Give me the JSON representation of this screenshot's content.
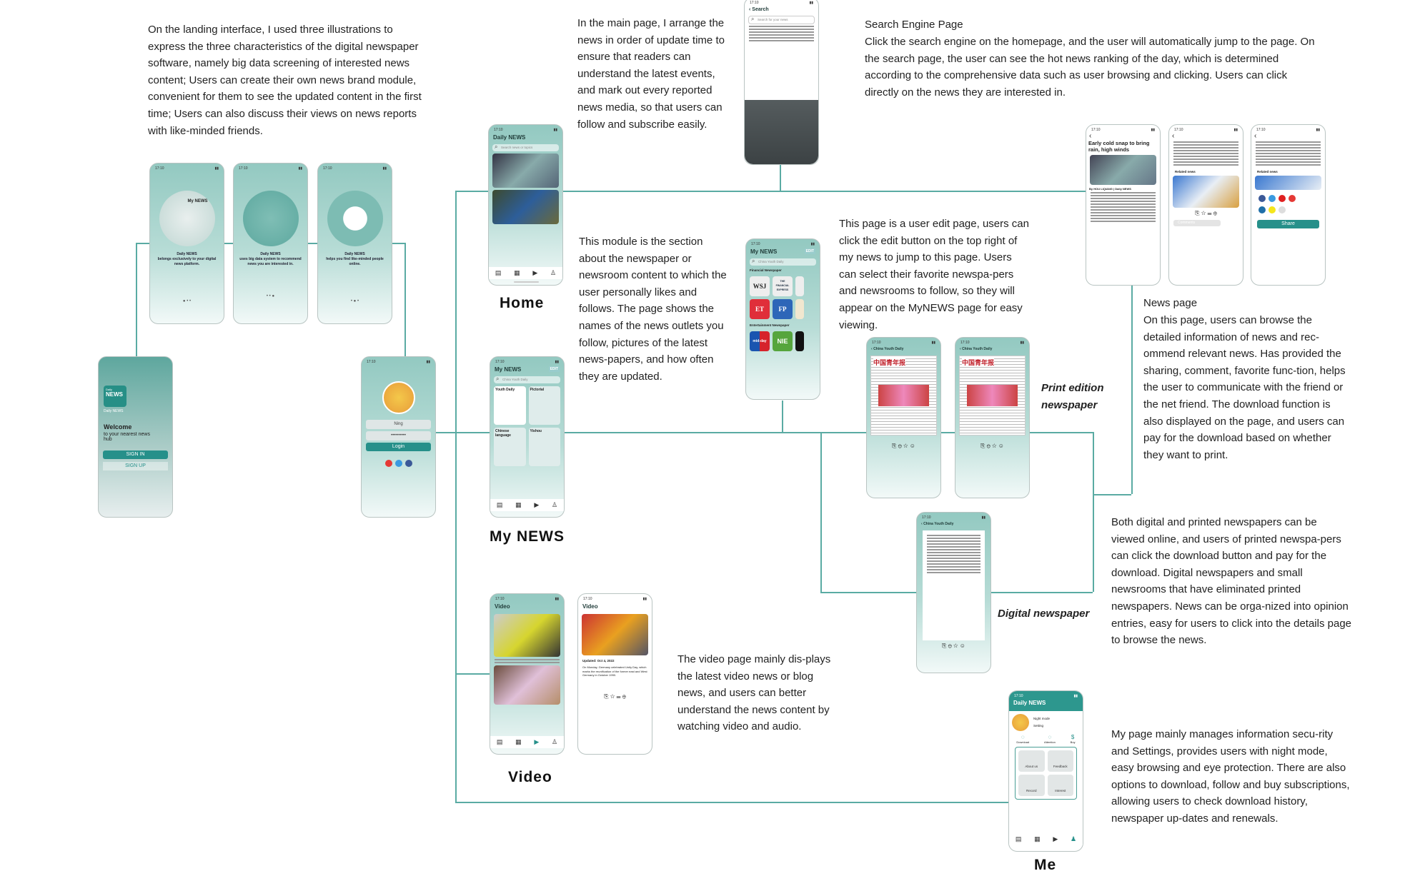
{
  "texts": {
    "landing": "On the landing interface, I used three illustrations to express the three characteristics of the digital newspaper software, namely big data screening of interested news content; Users can create their own news brand module, convenient for them to see the updated content in the first time; Users can also discuss their views on news reports with like-minded friends.",
    "main": "In the main page, I arrange the news in order of update time to ensure that readers can understand the latest events, and mark out every reported news media, so that users can follow and subscribe easily.",
    "search_title": "Search Engine Page",
    "search": "Click the search engine on the homepage, and the user will automatically jump to the page. On the search page, the user can see the hot news ranking of the day, which is determined according to the comprehensive data such as user browsing and clicking. Users can click directly on the news they are interested in.",
    "module": "This module is the section about the newspaper or newsroom content to which the user personally likes and follows. The page shows the names of the news outlets you follow, pictures of the latest news-papers, and how often they are updated.",
    "edit": "This page is a user edit page, users can click the edit button on the top right of my news to jump to this page. Users can select their favorite newspa-pers and newsrooms to follow, so they will appear on the MyNEWS page for easy viewing.",
    "news_title": "News page",
    "news": "On this page, users can browse the detailed information of news and rec-ommend relevant news. Has provided the sharing, comment, favorite func-tion, helps the user to communicate with the friend or the net friend. The download function is also displayed on the page, and users can pay for the download based on whether they want to print.",
    "both": "Both digital and printed newspapers can be viewed online, and users of printed newspa-pers can click the download button and pay for the download. Digital newspapers and small newsrooms that have eliminated printed newspapers. News can be orga-nized into opinion entries, easy for users to click into the details page to browse the news.",
    "video": "The video page mainly dis-plays the latest video news or blog news, and users can better understand the news content by watching video and audio.",
    "me": "My page mainly manages information secu-rity and Settings, provides users with night mode, easy browsing and eye protection. There are also options to download, follow and buy subscriptions, allowing users to check download history, newspaper up-dates and renewals."
  },
  "labels": {
    "home": "Home",
    "mynews": "My NEWS",
    "video": "Video",
    "me": "Me",
    "print": "Print edition newspaper",
    "digital": "Digital newspaper"
  },
  "phones": {
    "time": "17:10",
    "onboard": [
      {
        "art": "My NEWS",
        "brand": "Daily NEWS",
        "caption": "belongs exclusively to your digital news platform.",
        "dots": "● • •"
      },
      {
        "brand": "Daily NEWS",
        "caption": "uses big data system to recommend news you are interested in.",
        "dots": "• • ●"
      },
      {
        "brand": "Daily NEWS",
        "caption": "helps you find like-minded people online.",
        "dots": "• ● •"
      }
    ],
    "welcome": {
      "logo_small": "Daily",
      "logo": "NEWS",
      "brand": "Daily NEWS",
      "title": "Welcome",
      "sub": "to your nearest news hub",
      "signin": "SIGN IN",
      "signup": "SIGN UP"
    },
    "login": {
      "user": "Ning",
      "password": "••••••••••",
      "login": "Login"
    },
    "home": {
      "title": "Daily NEWS",
      "search": "Search news or topics",
      "tabs": [
        "Home",
        "My NEWS",
        "Video",
        "Me"
      ]
    },
    "search_screen": {
      "title": "Search",
      "search": "Search for your news"
    },
    "mynews": {
      "title": "My NEWS",
      "edit": "EDIT",
      "search": "China Youth Daily",
      "cards": [
        "Youth Daily",
        "Pictorial",
        "Chinese language",
        "Yishou"
      ]
    },
    "edit_screen": {
      "title": "My NEWS",
      "edit": "EDIT",
      "search": "China Youth Daily",
      "sec1": "Financial Newspaper",
      "sec2": "Entertainment Newspaper",
      "logos": [
        "WSJ",
        "THE FINANCIAL EXPRESS",
        "ET",
        "FP",
        "mid-day",
        "NIE"
      ]
    },
    "print": {
      "title": "China Youth Daily",
      "mast": "中国青年报"
    },
    "digital": {
      "title": "China Youth Daily"
    },
    "news1": {
      "headline": "Early cold snap to bring rain, high winds",
      "byline": "By HOU LIQIANG | Daily NEWS"
    },
    "news2": {
      "related": "Related news",
      "comments": "Comments"
    },
    "news3": {
      "related": "Related news",
      "share": "Share"
    },
    "video1": {
      "title": "Video"
    },
    "video2": {
      "title": "Video",
      "updated": "Updated: Oct 4, 2022",
      "body": "On Monday, Germany celebrated Unity Day, which marks the reunification of the former east and West Germany in October 1990."
    },
    "me_screen": {
      "title": "Daily NEWS",
      "night": "Night mode",
      "setting": "Setting",
      "row": [
        "Download",
        "Attention",
        "Buy"
      ],
      "grid": [
        "About us",
        "Feedback",
        "Record",
        "Interest"
      ]
    }
  },
  "colors": {
    "teal": "#26908a",
    "line": "#5aaba3"
  }
}
